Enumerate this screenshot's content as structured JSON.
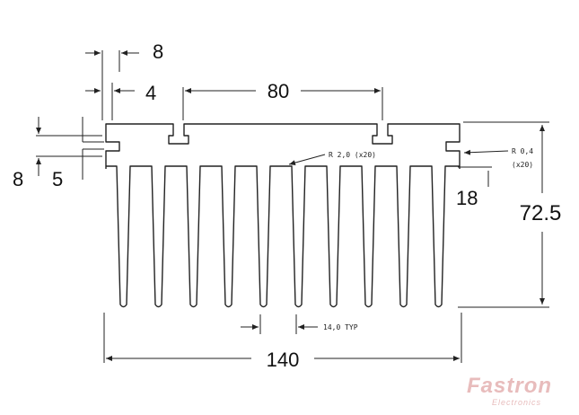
{
  "dimensions": {
    "width_total": "140",
    "height_total": "72.5",
    "groove_spacing": "80",
    "slot_width_upper": "8",
    "slot_width_lower": "4",
    "side_dim_left": "8",
    "side_dim_right": "5",
    "fin_depth": "18"
  },
  "notes": {
    "fin_radius": "R 2,0 (x20)",
    "corner_radius": "R 0,4",
    "corner_radius_qty": "(x20)",
    "fin_pitch": "14,0 TYP"
  },
  "watermark": {
    "brand": "Fastron",
    "tagline": "Electronics"
  },
  "colors": {
    "line": "#222222",
    "watermark": "#e8bcbc"
  },
  "profile": {
    "fin_count": 10
  }
}
